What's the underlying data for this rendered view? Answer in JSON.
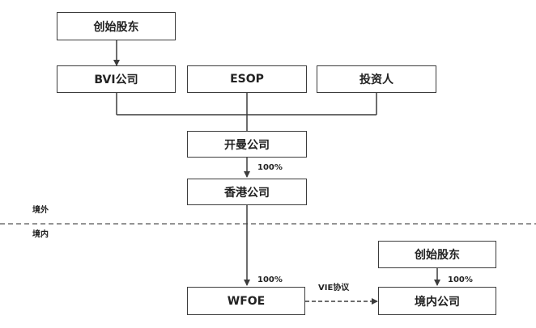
{
  "nodes": {
    "founders_top": "创始股东",
    "bvi": "BVI公司",
    "esop": "ESOP",
    "investors": "投资人",
    "cayman": "开曼公司",
    "hongkong": "香港公司",
    "wfoe": "WFOE",
    "founders_bottom": "创始股东",
    "domestic": "境内公司"
  },
  "labels": {
    "cayman_to_hk_pct": "100%",
    "hk_to_wfoe_pct": "100%",
    "founders_to_domestic_pct": "100%",
    "vie_agreement": "VIE协议",
    "offshore": "境外",
    "onshore": "境内"
  },
  "colors": {
    "line": "#3c3c3c",
    "divider": "#555555",
    "text": "#222222"
  }
}
